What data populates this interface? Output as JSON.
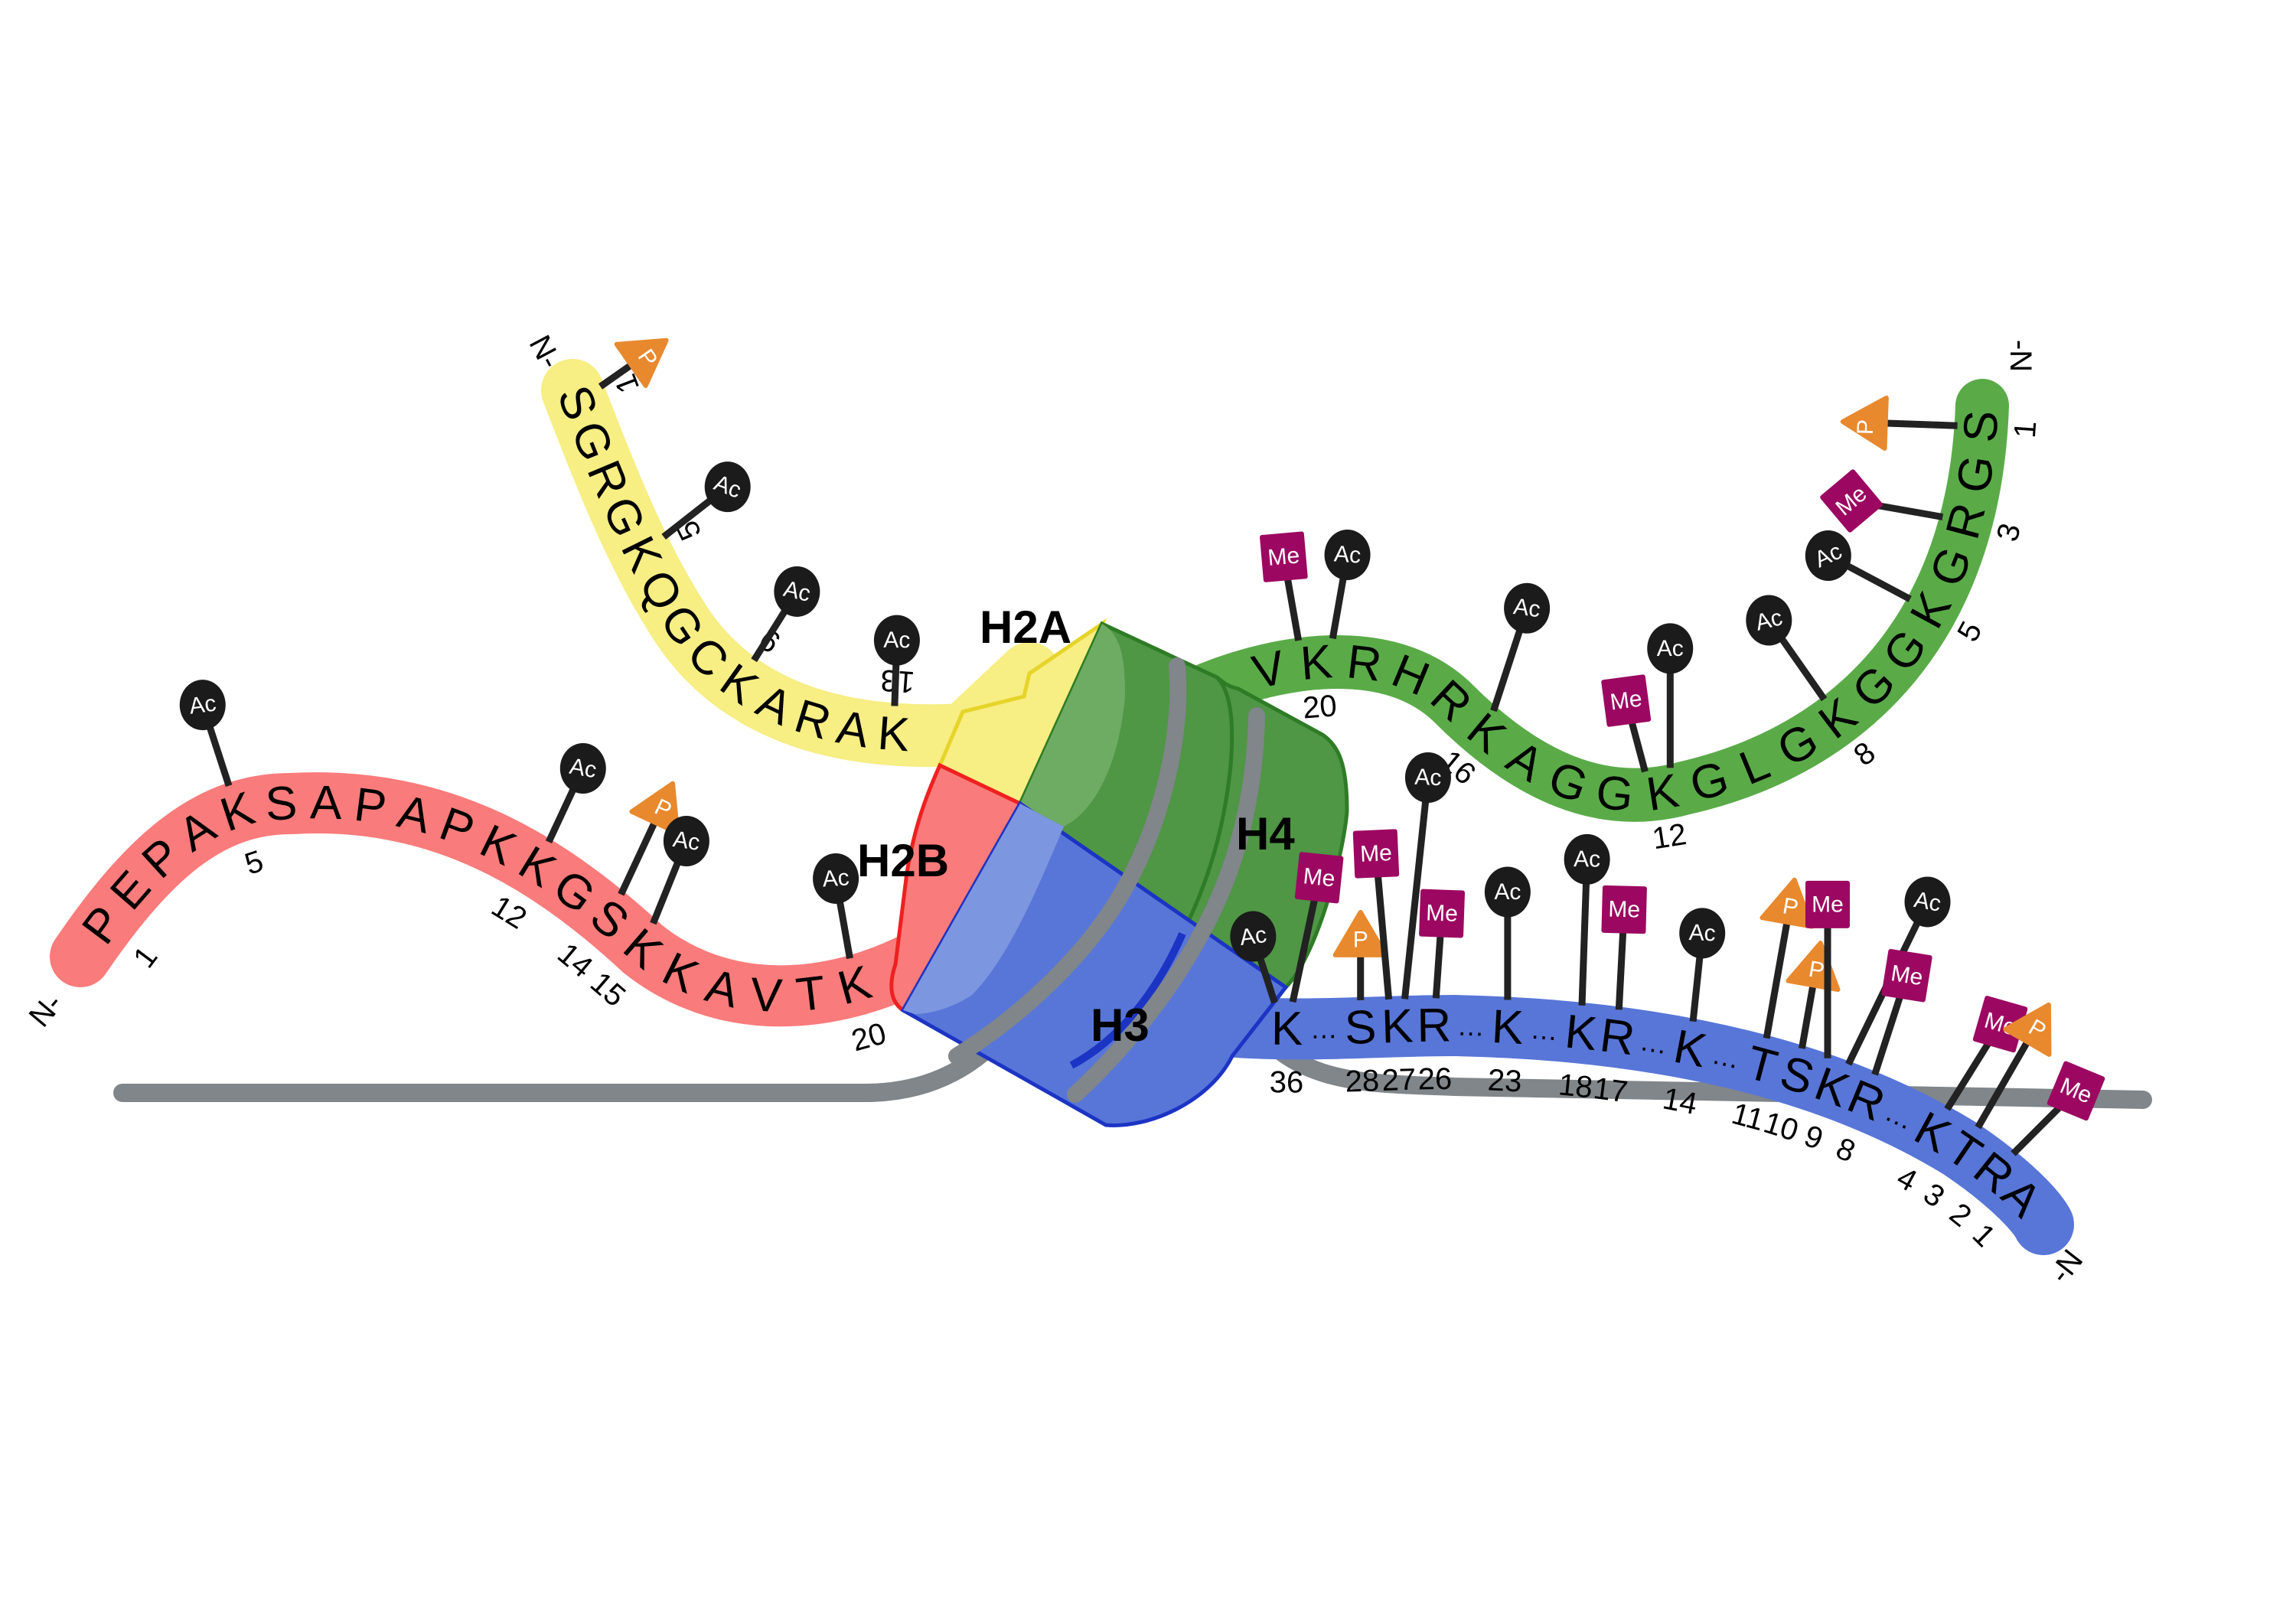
{
  "colors": {
    "H2A": "#f7ee84",
    "H2A_edge": "#e6d42a",
    "H2B": "#fa7b7b",
    "H2B_edge": "#ee2020",
    "H3": "#5876d8",
    "H3_light": "#7d96e0",
    "H3_edge": "#1c34c4",
    "H4": "#5aab48",
    "H4_core": "#4f9645",
    "H4_light": "#6eab63",
    "H4_edge": "#2e7c25",
    "dna": "#80868a",
    "Ac": "#1b1b1b",
    "Me": "#9c0861",
    "P": "#e8892e",
    "stem": "#222222"
  },
  "legend": {
    "Ac": "Ac",
    "Me": "Me",
    "P": "P"
  },
  "histones": [
    {
      "id": "H2A",
      "label": "H2A",
      "n_terminus": "N-",
      "sequence": [
        "S",
        "G",
        "R",
        "G",
        "K",
        "Q",
        "G",
        "C",
        "K",
        "A",
        "R",
        "A",
        "K"
      ],
      "numbers": [
        {
          "index": 0,
          "text": "1"
        },
        {
          "index": 4,
          "text": "5"
        },
        {
          "index": 8,
          "text": "9"
        },
        {
          "index": 12,
          "text": "13"
        }
      ],
      "modifications": [
        {
          "type": "P",
          "label": "P",
          "residue": "S1"
        },
        {
          "type": "Ac",
          "label": "Ac",
          "residue": "K5"
        },
        {
          "type": "Ac",
          "label": "Ac",
          "residue": "K9"
        },
        {
          "type": "Ac",
          "label": "Ac",
          "residue": "K13"
        }
      ]
    },
    {
      "id": "H2B",
      "label": "H2B",
      "n_terminus": "N-",
      "sequence": [
        "P",
        "E",
        "P",
        "A",
        "K",
        "S",
        "A",
        "P",
        "A",
        "P",
        "K",
        "K",
        "G",
        "S",
        "K",
        "K",
        "A",
        "V",
        "T",
        "K"
      ],
      "numbers": [
        {
          "index": 0,
          "text": "1"
        },
        {
          "index": 4,
          "text": "5"
        },
        {
          "index": 11,
          "text": "12"
        },
        {
          "index": 13,
          "text": "14"
        },
        {
          "index": 14,
          "text": "15"
        },
        {
          "index": 19,
          "text": "20"
        }
      ],
      "modifications": [
        {
          "type": "Ac",
          "label": "Ac",
          "residue": "K5"
        },
        {
          "type": "Ac",
          "label": "Ac",
          "residue": "K12"
        },
        {
          "type": "P",
          "label": "P",
          "residue": "S14"
        },
        {
          "type": "Ac",
          "label": "Ac",
          "residue": "K15"
        },
        {
          "type": "Ac",
          "label": "Ac",
          "residue": "K20"
        }
      ]
    },
    {
      "id": "H4",
      "label": "H4",
      "n_terminus": "-N",
      "sequence": [
        "V",
        "K",
        "R",
        "H",
        "R",
        "K",
        "A",
        "G",
        "G",
        "K",
        "G",
        "L",
        "G",
        "K",
        "G",
        "G",
        "K",
        "G",
        "R",
        "G",
        "S"
      ],
      "numbers": [
        {
          "index": 1,
          "text": "20"
        },
        {
          "index": 5,
          "text": "16"
        },
        {
          "index": 9,
          "text": "12"
        },
        {
          "index": 13,
          "text": "8"
        },
        {
          "index": 16,
          "text": "5"
        },
        {
          "index": 18,
          "text": "3"
        },
        {
          "index": 20,
          "text": "1"
        }
      ],
      "modifications": [
        {
          "type": "Me",
          "label": "Me",
          "residue": "K20"
        },
        {
          "type": "Ac",
          "label": "Ac",
          "residue": "K20"
        },
        {
          "type": "Ac",
          "label": "Ac",
          "residue": "K16"
        },
        {
          "type": "Me",
          "label": "Me",
          "residue": "K12"
        },
        {
          "type": "Ac",
          "label": "Ac",
          "residue": "K12"
        },
        {
          "type": "Ac",
          "label": "Ac",
          "residue": "K8"
        },
        {
          "type": "Ac",
          "label": "Ac",
          "residue": "K5"
        },
        {
          "type": "Me",
          "label": "Me",
          "residue": "R3"
        },
        {
          "type": "P",
          "label": "P",
          "residue": "S1"
        }
      ]
    },
    {
      "id": "H3",
      "label": "H3",
      "n_terminus": "-N",
      "sequence": [
        "K",
        "…",
        "S",
        "K",
        "R",
        "…",
        "K",
        "…",
        "K",
        "R",
        "…",
        "K",
        "…",
        "T",
        "S",
        "K",
        "R",
        "…",
        "K",
        "T",
        "R",
        "A"
      ],
      "numbers": [
        {
          "index": 0,
          "text": "36"
        },
        {
          "index": 2,
          "text": "28"
        },
        {
          "index": 3,
          "text": "27"
        },
        {
          "index": 4,
          "text": "26"
        },
        {
          "index": 6,
          "text": "23"
        },
        {
          "index": 8,
          "text": "18"
        },
        {
          "index": 9,
          "text": "17"
        },
        {
          "index": 11,
          "text": "14"
        },
        {
          "index": 13,
          "text": "11"
        },
        {
          "index": 14,
          "text": "10"
        },
        {
          "index": 15,
          "text": "9"
        },
        {
          "index": 16,
          "text": "8"
        },
        {
          "index": 18,
          "text": "4"
        },
        {
          "index": 19,
          "text": "3"
        },
        {
          "index": 20,
          "text": "2"
        },
        {
          "index": 21,
          "text": "1"
        }
      ],
      "modifications": [
        {
          "type": "Ac",
          "label": "Ac",
          "residue": "K36"
        },
        {
          "type": "Me",
          "label": "Me",
          "residue": "K36"
        },
        {
          "type": "P",
          "label": "P",
          "residue": "S28"
        },
        {
          "type": "Me",
          "label": "Me",
          "residue": "K27"
        },
        {
          "type": "Ac",
          "label": "Ac",
          "residue": "K27"
        },
        {
          "type": "Me",
          "label": "Me",
          "residue": "R26"
        },
        {
          "type": "Ac",
          "label": "Ac",
          "residue": "K23"
        },
        {
          "type": "Ac",
          "label": "Ac",
          "residue": "K18"
        },
        {
          "type": "Me",
          "label": "Me",
          "residue": "R17"
        },
        {
          "type": "Ac",
          "label": "Ac",
          "residue": "K14"
        },
        {
          "type": "P",
          "label": "P",
          "residue": "T11"
        },
        {
          "type": "P",
          "label": "P",
          "residue": "S10"
        },
        {
          "type": "Me",
          "label": "Me",
          "residue": "K9"
        },
        {
          "type": "Ac",
          "label": "Ac",
          "residue": "K9"
        },
        {
          "type": "Me",
          "label": "Me",
          "residue": "R8"
        },
        {
          "type": "Me",
          "label": "Me",
          "residue": "K4"
        },
        {
          "type": "P",
          "label": "P",
          "residue": "T3"
        },
        {
          "type": "Me",
          "label": "Me",
          "residue": "R2"
        }
      ]
    }
  ]
}
